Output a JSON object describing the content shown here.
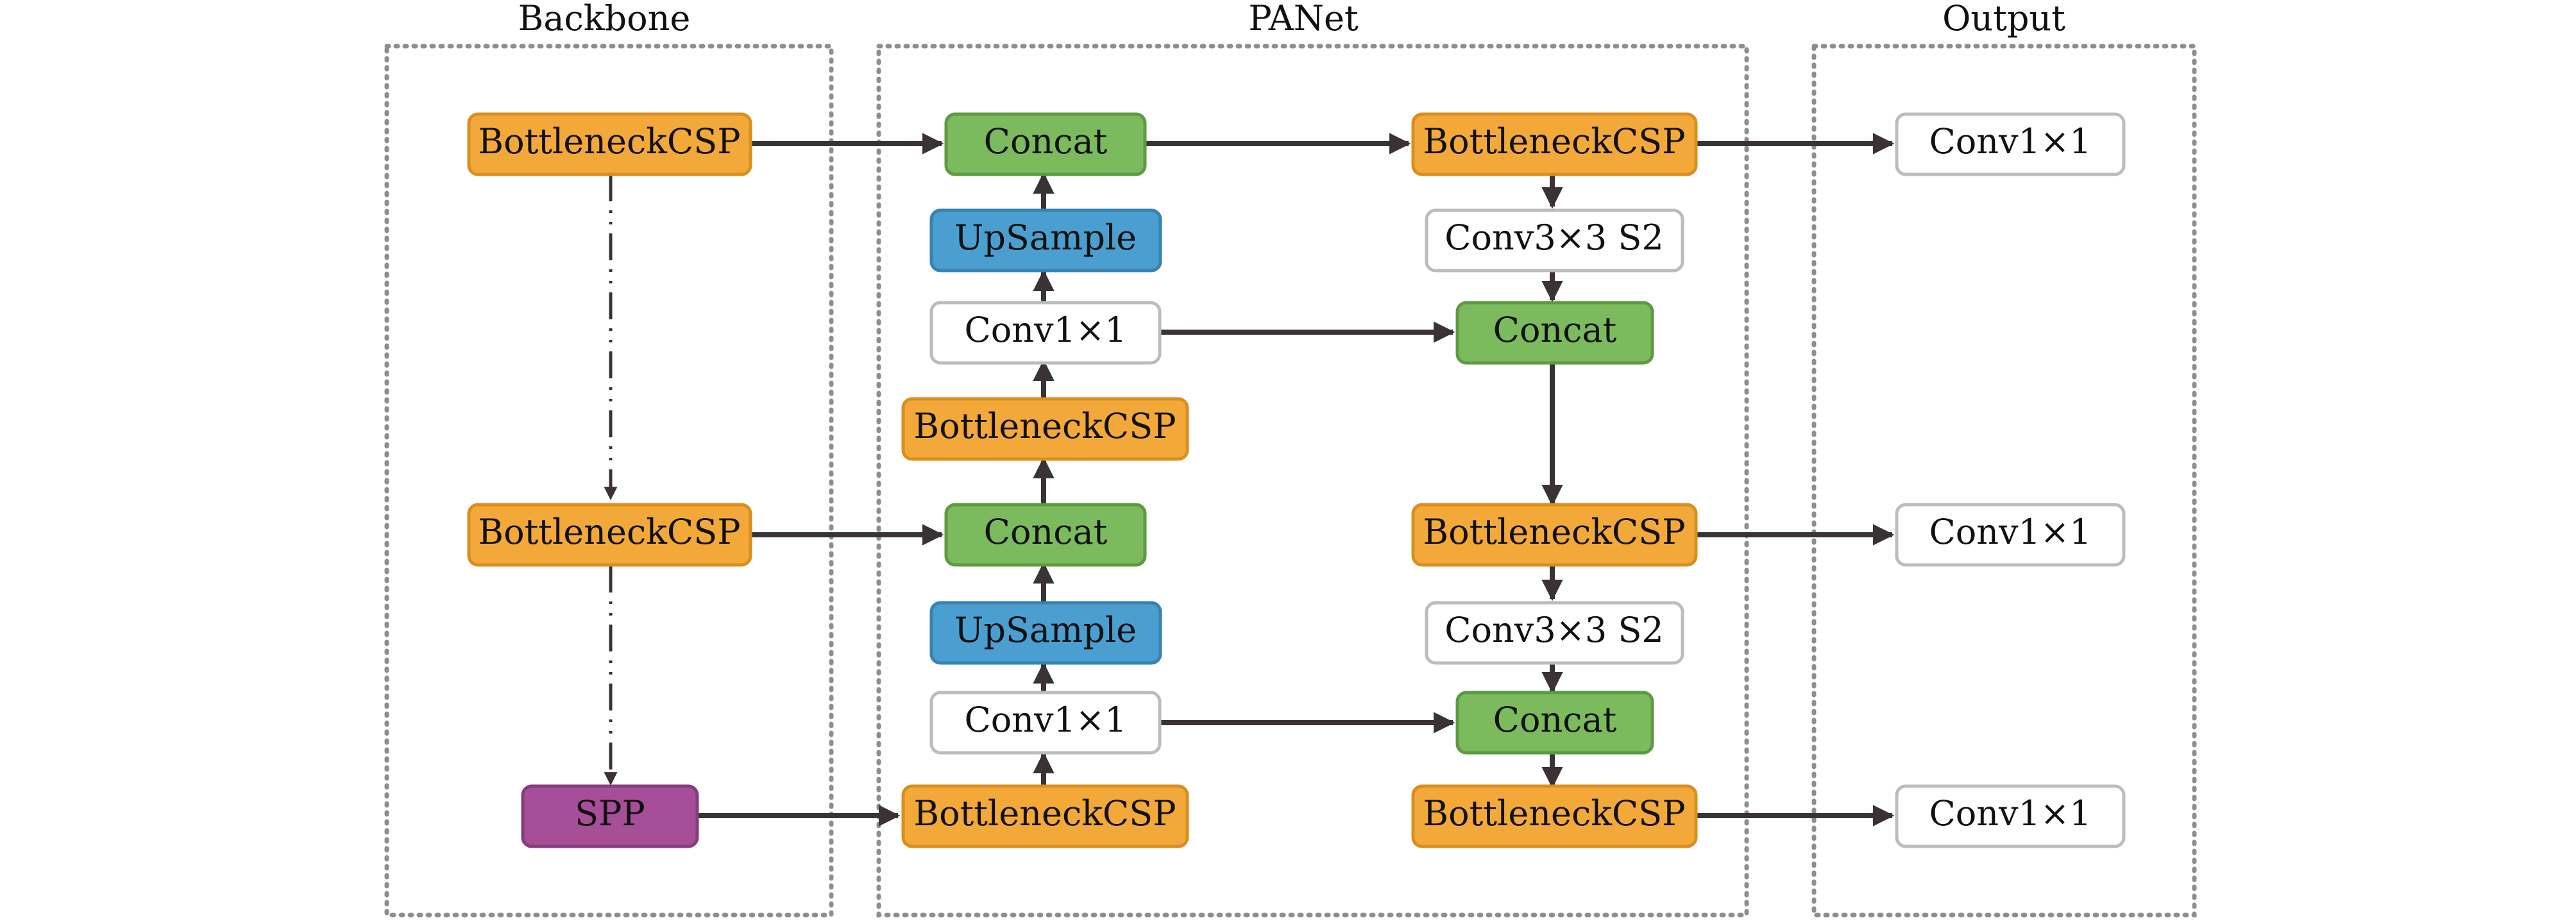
{
  "sections": {
    "backbone": "Backbone",
    "panet": "PANet",
    "output": "Output"
  },
  "colors": {
    "orange": "#f3a93a",
    "orange_border": "#d98e1e",
    "green": "#7cbb5d",
    "green_border": "#5e9a44",
    "blue": "#4a9fd0",
    "blue_border": "#3782b0",
    "purple": "#a64e98",
    "purple_border": "#873c7b",
    "white": "#ffffff",
    "white_border": "#b9bdc0",
    "arrow": "#3a3335",
    "panel_border": "#8a8f94"
  },
  "nodes": {
    "bb_csp1": "BottleneckCSP",
    "bb_csp2": "BottleneckCSP",
    "bb_spp": "SPP",
    "pa_concat1": "Concat",
    "pa_upsample1": "UpSample",
    "pa_conv1": "Conv1×1",
    "pa_csp1": "BottleneckCSP",
    "pa_concat2": "Concat",
    "pa_upsample2": "UpSample",
    "pa_conv2": "Conv1×1",
    "pa_csp2": "BottleneckCSP",
    "pa_csp_out1": "BottleneckCSP",
    "pa_conv3s2_1": "Conv3×3 S2",
    "pa_concat3": "Concat",
    "pa_csp_out2": "BottleneckCSP",
    "pa_conv3s2_2": "Conv3×3 S2",
    "pa_concat4": "Concat",
    "pa_csp_out3": "BottleneckCSP",
    "out_conv1": "Conv1×1",
    "out_conv2": "Conv1×1",
    "out_conv3": "Conv1×1"
  }
}
